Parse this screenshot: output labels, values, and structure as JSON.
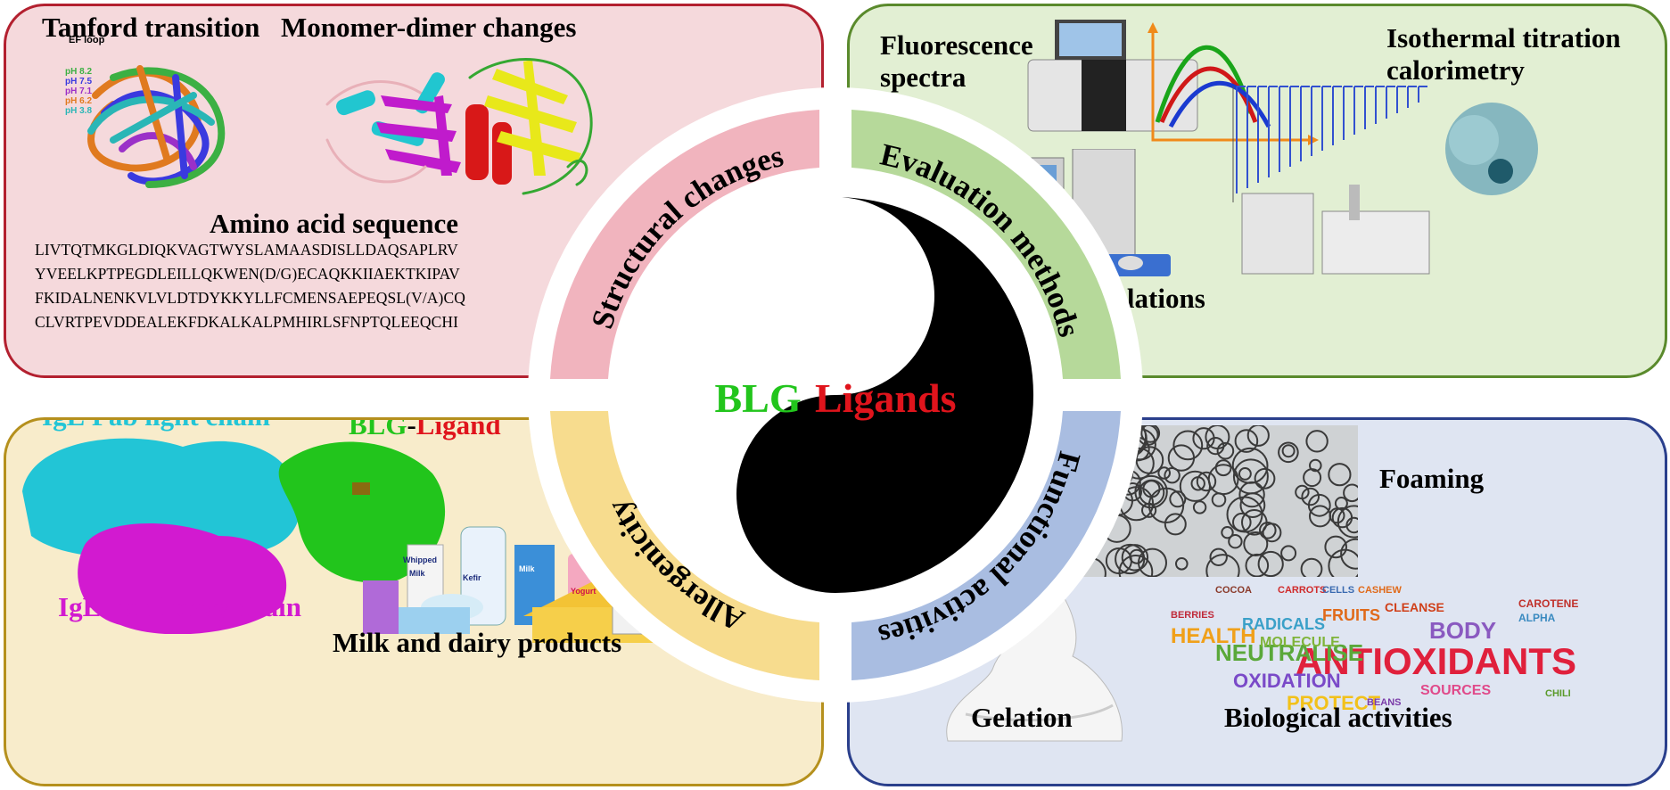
{
  "center": {
    "part1": "BLG",
    "part2": "-",
    "part3": "Ligands"
  },
  "quadrants": {
    "structural": "Structural changes",
    "evaluation": "Evaluation methods",
    "allergenicity": "Allergenicity",
    "functional": "Functional activities"
  },
  "structural_panel": {
    "tanford": "Tanford transition",
    "monomer": "Monomer-dimer changes",
    "ef_loop": "EF loop",
    "ph_labels": [
      "pH 8.2",
      "pH 7.5",
      "pH 7.1",
      "pH 6.2",
      "pH 3.8"
    ],
    "ph_colors": [
      "#3cb043",
      "#3a3adf",
      "#9b30c8",
      "#e07a1f",
      "#2ab6b6"
    ],
    "sequence_title": "Amino acid sequence",
    "sequence_lines": [
      "LIVTQTMKGLDIQKVAGTWYSLAMAASDISLLDAQSAPLRV",
      "YVEELKPTPEGDLEILLQKWEN(D/G)ECAQKKIIAEKTKIPAV",
      "FKIDALNENKVLVLDTDYKKYLLFCMENSAEPEQSL(V/A)CQ",
      "CLVRTPEVDDEALEKFDKALKALPMHIRLSFNPTQLEEQCHI"
    ]
  },
  "evaluation_panel": {
    "fluorescence": [
      "Fluorescence",
      "spectra"
    ],
    "itc": [
      "Isothermal titration",
      "calorimetry"
    ],
    "molecular": "Molecular simulations"
  },
  "allergenicity_panel": {
    "light_chain": "IgE Fab light chain",
    "heavy_chain": "IgE Fab heavy chain",
    "blg": "BLG",
    "dash": "-",
    "ligand": "Ligand",
    "dairy": "Milk and dairy products",
    "package_labels": [
      "Milk",
      "Milk",
      "Kefir",
      "Yogurt",
      "Whipped"
    ]
  },
  "functional_panel": {
    "foaming": "Foaming",
    "gelation": "Gelation",
    "biological": "Biological activities",
    "cloud_words": [
      "ANTIOXIDANTS",
      "NEUTRALISE",
      "HEALTH",
      "OXIDATION",
      "PROTECT",
      "RADICALS",
      "MOLECULE",
      "BODY",
      "FRUITS",
      "SOURCES",
      "CLEANSE",
      "CAROTENE",
      "ALPHA",
      "BERRIES",
      "BEANS",
      "CHILI",
      "CARROTS",
      "CASHEW",
      "COCOA",
      "CELLS"
    ]
  },
  "colors": {
    "blg_green": "#22c51c",
    "ligand_red": "#e0141c",
    "light_chain": "#22c5d6",
    "heavy_chain": "#d21ad0"
  }
}
